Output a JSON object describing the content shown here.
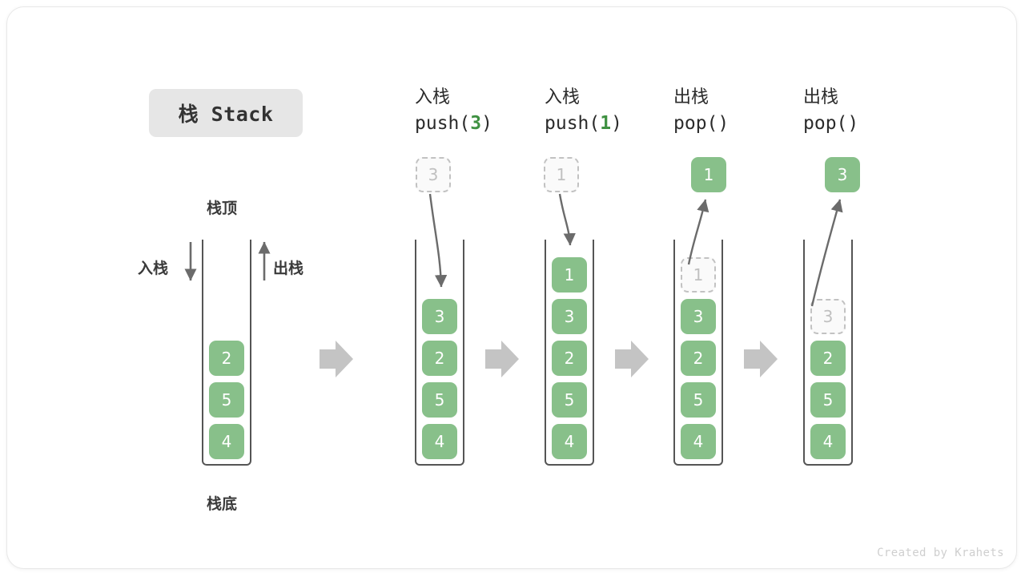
{
  "title": {
    "text": "栈 Stack"
  },
  "labels": {
    "top": "栈顶",
    "bottom": "栈底",
    "push": "入栈",
    "pop": "出栈"
  },
  "credit": "Created by Krahets",
  "colors": {
    "cell_green": "#88c08a",
    "ghost_border": "#c2c2c2",
    "ghost_text": "#c0c0c0",
    "arrow_gray": "#c4c4c4",
    "line_gray": "#6b6b6b",
    "title_chip_bg": "#e6e6e6",
    "text_dark": "#2b2b2b",
    "accent_green": "#3f9142"
  },
  "panels": [
    {
      "id": "initial",
      "op_cn": "",
      "op_code": "",
      "op_arg": "",
      "floating": null,
      "cells": [
        "2",
        "5",
        "4"
      ]
    },
    {
      "id": "push-3",
      "op_cn": "入栈",
      "op_code_prefix": "push(",
      "op_arg": "3",
      "op_code_suffix": ")",
      "floating": {
        "value": "3",
        "style": "ghost"
      },
      "cells": [
        "3",
        "2",
        "5",
        "4"
      ]
    },
    {
      "id": "push-1",
      "op_cn": "入栈",
      "op_code_prefix": "push(",
      "op_arg": "1",
      "op_code_suffix": ")",
      "floating": {
        "value": "1",
        "style": "ghost"
      },
      "cells": [
        "1",
        "3",
        "2",
        "5",
        "4"
      ]
    },
    {
      "id": "pop-1",
      "op_cn": "出栈",
      "op_code_prefix": "pop(",
      "op_arg": "",
      "op_code_suffix": ")",
      "floating": {
        "value": "1",
        "style": "solid"
      },
      "cells": [
        "1",
        "3",
        "2",
        "5",
        "4"
      ],
      "ghost_index": 0
    },
    {
      "id": "pop-3",
      "op_cn": "出栈",
      "op_code_prefix": "pop(",
      "op_arg": "",
      "op_code_suffix": ")",
      "floating": {
        "value": "3",
        "style": "solid"
      },
      "cells": [
        "3",
        "2",
        "5",
        "4"
      ],
      "ghost_index": 0
    }
  ],
  "panel_text": {
    "p1_cn": "入栈",
    "p1_code_a": "push(",
    "p1_code_arg": "3",
    "p1_code_b": ")",
    "p2_cn": "入栈",
    "p2_code_a": "push(",
    "p2_code_arg": "1",
    "p2_code_b": ")",
    "p3_cn": "出栈",
    "p3_code": "pop()",
    "p4_cn": "出栈",
    "p4_code": "pop()"
  },
  "cell_values": {
    "s1": [
      "2",
      "5",
      "4"
    ],
    "s2": [
      "3",
      "2",
      "5",
      "4"
    ],
    "s3": [
      "1",
      "3",
      "2",
      "5",
      "4"
    ],
    "s4_ghost": "1",
    "s4": [
      "3",
      "2",
      "5",
      "4"
    ],
    "s5_ghost": "3",
    "s5": [
      "2",
      "5",
      "4"
    ],
    "float2": "3",
    "float3": "1",
    "float4": "1",
    "float5": "3"
  }
}
